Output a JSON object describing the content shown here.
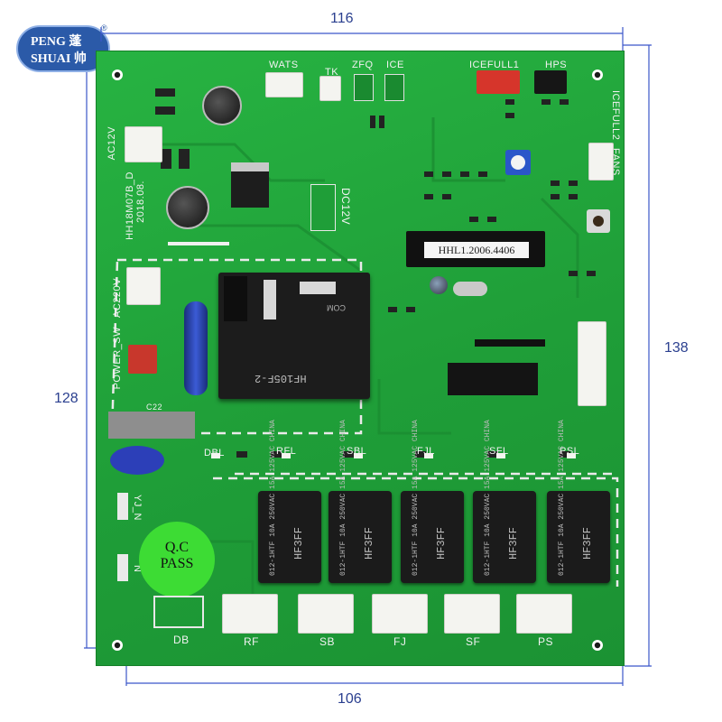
{
  "logo": {
    "line1": "PENG 蓬",
    "line2": "SHUAI 帅",
    "mark": "®"
  },
  "dimensions": {
    "top": "116",
    "right": "138",
    "left": "128",
    "bottom": "106"
  },
  "colors": {
    "board": "#22a83c",
    "board_dark": "#1a8a30",
    "silk": "#f2f2f2",
    "dim_line": "#3b56c9",
    "logo_bg": "#2b5aa8"
  },
  "board": {
    "silk": {
      "wats": "WATS",
      "tk": "TK",
      "zfq": "ZFQ",
      "ice": "ICE",
      "icefull1": "ICEFULL1",
      "hps": "HPS",
      "icefull2": "ICEFULL2",
      "fans": "FANS",
      "ac12v": "AC12V",
      "dc12v": "DC12V",
      "model": "HH18M07B_D",
      "date": "2018.08.",
      "ac220v": "AC220V",
      "power_sw": "POWER_SW",
      "chip_label": "HHL1.2006.4406",
      "qc_line1": "Q.C",
      "qc_line2": "PASS",
      "dbl": "DBL",
      "rfl": "RFL",
      "sbl": "SBL",
      "fjl": "FJL",
      "sfl": "SFL",
      "psl": "PSL",
      "db": "DB",
      "rf": "RF",
      "sb": "SB",
      "fj": "FJ",
      "sf": "SF",
      "ps": "PS",
      "yj_n": "YJ_N",
      "n": "N",
      "c22": "C22"
    },
    "relays": [
      {
        "model": "HF3FF",
        "text": "012-1HTF 10A 250VAC 15A 125VAC CHINA"
      },
      {
        "model": "HF3FF",
        "text": "012-1HTF 10A 250VAC 15A 125VAC CHINA"
      },
      {
        "model": "HF3FF",
        "text": "012-1HTF 10A 250VAC 15A 125VAC CHINA"
      },
      {
        "model": "HF3FF",
        "text": "012-1HTF 10A 250VAC 15A 125VAC CHINA"
      },
      {
        "model": "HF3FF",
        "text": "012-1HTF 10A 250VAC 15A 125VAC CHINA"
      }
    ],
    "main_relay": {
      "model": "HF105F-2",
      "text": "COM"
    }
  }
}
